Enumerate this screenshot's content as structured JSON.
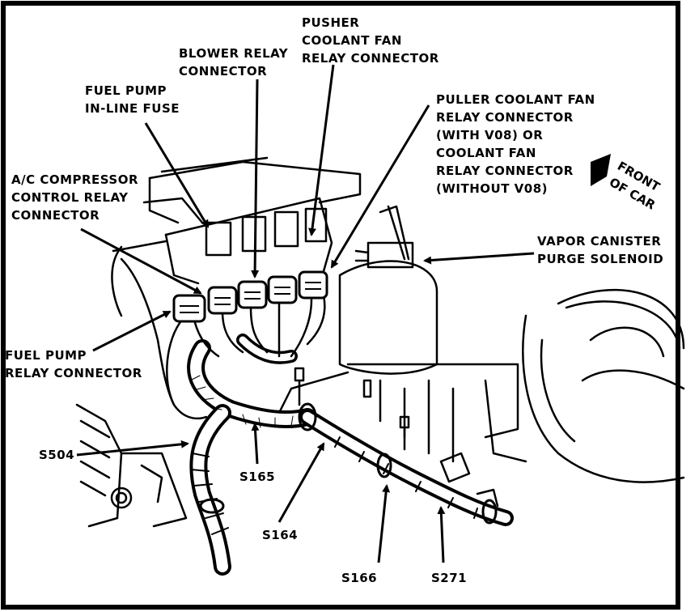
{
  "labels": {
    "pusher": [
      "PUSHER",
      "COOLANT FAN",
      "RELAY CONNECTOR"
    ],
    "blower": [
      "BLOWER RELAY",
      "CONNECTOR"
    ],
    "fuse": [
      "FUEL PUMP",
      "IN-LINE FUSE"
    ],
    "puller": [
      "PULLER COOLANT FAN",
      "RELAY CONNECTOR",
      "(WITH V08) OR",
      "COOLANT FAN",
      "RELAY CONNECTOR",
      "(WITHOUT V08)"
    ],
    "front": [
      "FRONT",
      "OF CAR"
    ],
    "ac": [
      "A/C COMPRESSOR",
      "CONTROL RELAY",
      "CONNECTOR"
    ],
    "vapor": [
      "VAPOR CANISTER",
      "PURGE SOLENOID"
    ],
    "fuelrelay": [
      "FUEL PUMP",
      "RELAY CONNECTOR"
    ],
    "s504": "S504",
    "s165": "S165",
    "s164": "S164",
    "s166": "S166",
    "s271": "S271"
  },
  "colors": {
    "ink": "#000000",
    "paper": "#ffffff"
  }
}
